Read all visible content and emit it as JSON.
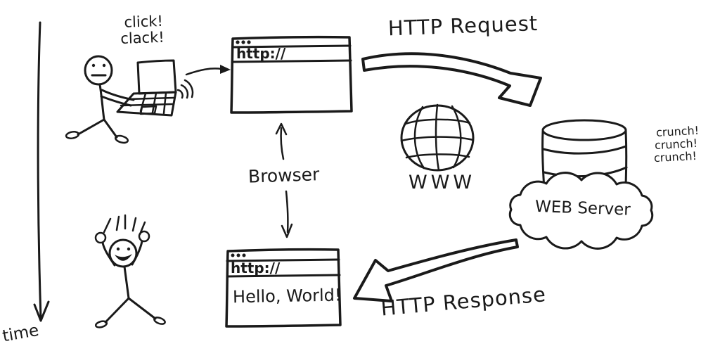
{
  "colors": {
    "ink": "#1a1a1a",
    "paper": "#ffffff"
  },
  "timeline": {
    "label": "time"
  },
  "user_typing": {
    "sound1": "click!",
    "sound2": "clack!"
  },
  "browser_top": {
    "address": "http://"
  },
  "request_label": "HTTP Request",
  "internet": {
    "label": "WWW"
  },
  "server": {
    "label": "WEB Server",
    "sound1": "crunch!",
    "sound2": "crunch!",
    "sound3": "crunch!"
  },
  "browser_caption": "Browser",
  "browser_bottom": {
    "address": "http://",
    "content": "Hello, World!"
  },
  "response_label": "HTTP Response",
  "icons": {
    "user": "stick-figure-neutral-with-laptop",
    "internet": "globe-grid",
    "server": "database-cylinder-on-cloud",
    "happy_user": "stick-figure-cheering",
    "timeline": "downward-axis-arrow"
  }
}
